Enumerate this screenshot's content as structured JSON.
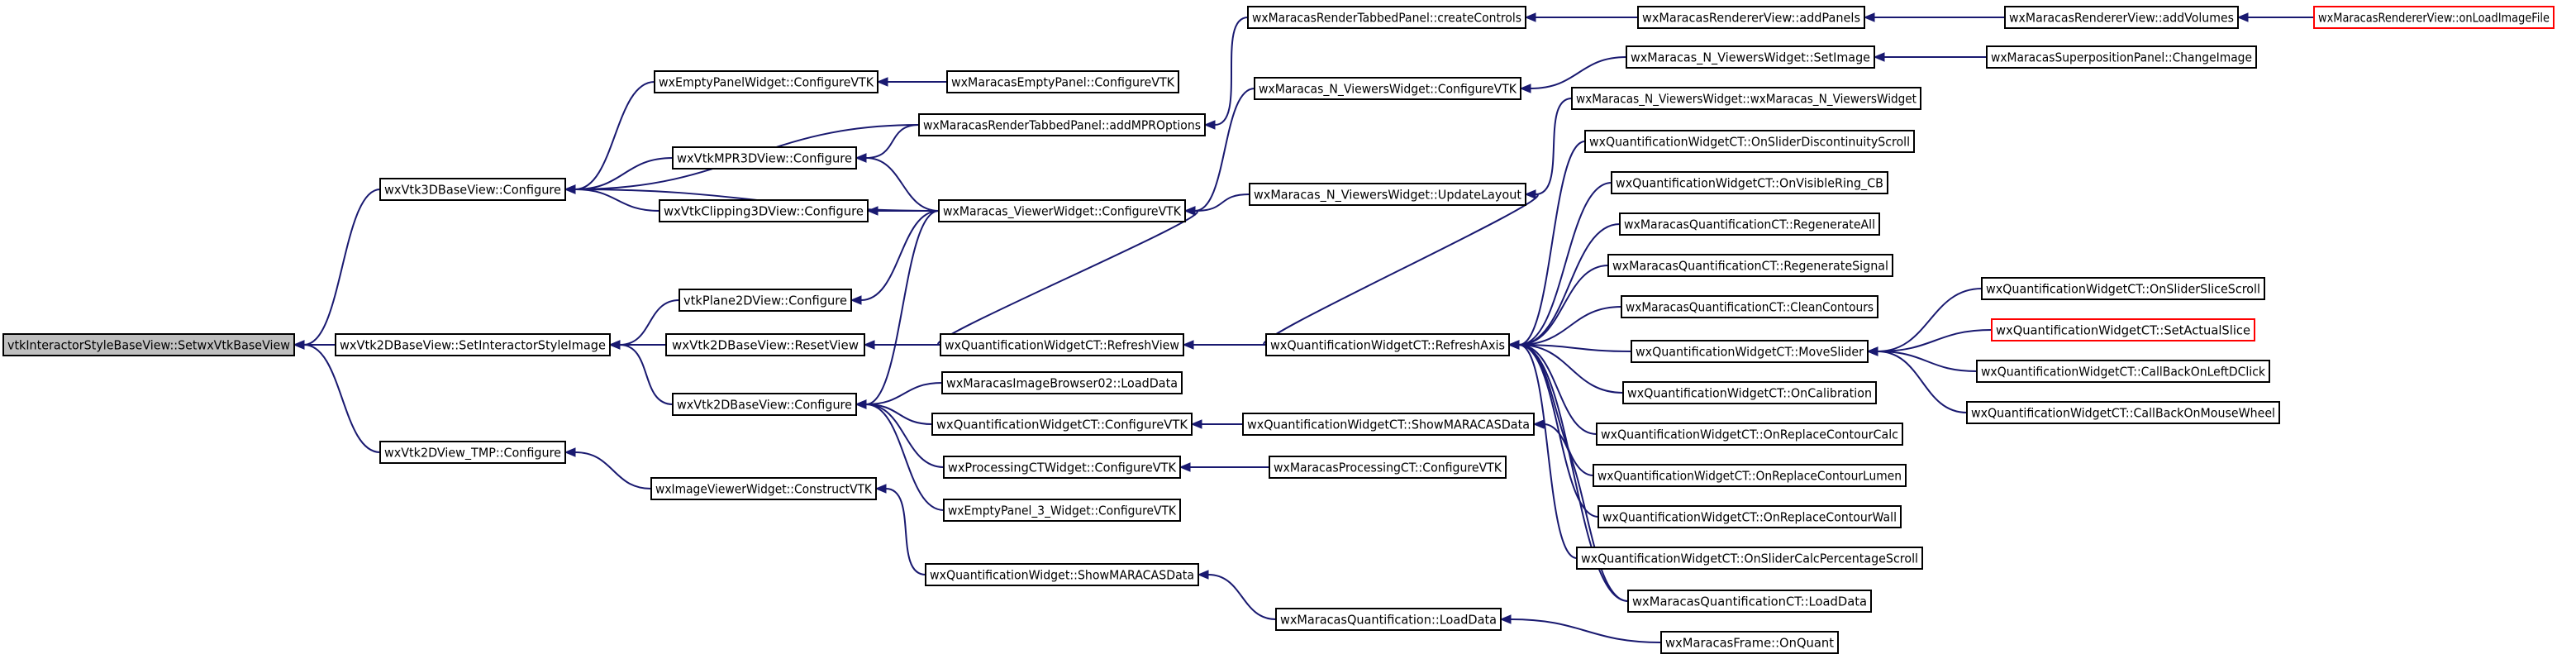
{
  "diagram": {
    "type": "call-graph",
    "colors": {
      "edge": "#191970",
      "root_fill": "#bfbfbf",
      "node_border": "#000000",
      "truncated_border": "#ff0000",
      "background": "#ffffff"
    },
    "nodes": [
      {
        "id": "n0",
        "label": "vtkInteractorStyleBaseView::SetwxVtkBaseView",
        "style": "root"
      },
      {
        "id": "n1",
        "label": "wxVtk3DBaseView::Configure"
      },
      {
        "id": "n2",
        "label": "wxVtk2DBaseView::SetInteractorStyleImage"
      },
      {
        "id": "n3",
        "label": "wxVtk2DView_TMP::Configure"
      },
      {
        "id": "n4",
        "label": "wxEmptyPanelWidget::ConfigureVTK"
      },
      {
        "id": "n5",
        "label": "wxMaracasEmptyPanel::ConfigureVTK"
      },
      {
        "id": "n6",
        "label": "wxMaracasRenderTabbedPanel::addMPROptions"
      },
      {
        "id": "n7",
        "label": "wxMaracasRenderTabbedPanel::createControls"
      },
      {
        "id": "n8",
        "label": "wxMaracasRendererView::addPanels"
      },
      {
        "id": "n9",
        "label": "wxMaracasRendererView::addVolumes"
      },
      {
        "id": "n10",
        "label": "wxMaracasRendererView::onLoadImageFile",
        "style": "red"
      },
      {
        "id": "n11",
        "label": "wxVtkMPR3DView::Configure"
      },
      {
        "id": "n12",
        "label": "wxVtkClipping3DView::Configure"
      },
      {
        "id": "n13",
        "label": "wxMaracas_ViewerWidget::ConfigureVTK"
      },
      {
        "id": "n14",
        "label": "wxMaracas_N_ViewersWidget::ConfigureVTK"
      },
      {
        "id": "n15",
        "label": "wxMaracas_N_ViewersWidget::SetImage"
      },
      {
        "id": "n16",
        "label": "wxMaracasSuperpositionPanel::ChangeImage"
      },
      {
        "id": "n17",
        "label": "wxMaracas_N_ViewersWidget::wxMaracas_N_ViewersWidget"
      },
      {
        "id": "n18",
        "label": "wxMaracas_N_ViewersWidget::UpdateLayout"
      },
      {
        "id": "n19",
        "label": "vtkPlane2DView::Configure"
      },
      {
        "id": "n20",
        "label": "wxVtk2DBaseView::ResetView"
      },
      {
        "id": "n21",
        "label": "wxQuantificationWidgetCT::RefreshView"
      },
      {
        "id": "n22",
        "label": "wxQuantificationWidgetCT::RefreshAxis"
      },
      {
        "id": "n23",
        "label": "wxQuantificationWidgetCT::OnSliderDiscontinuityScroll"
      },
      {
        "id": "n24",
        "label": "wxQuantificationWidgetCT::OnVisibleRing_CB"
      },
      {
        "id": "n25",
        "label": "wxMaracasQuantificationCT::RegenerateAll"
      },
      {
        "id": "n26",
        "label": "wxMaracasQuantificationCT::RegenerateSignal"
      },
      {
        "id": "n27",
        "label": "wxMaracasQuantificationCT::CleanContours"
      },
      {
        "id": "n28",
        "label": "wxQuantificationWidgetCT::MoveSlider"
      },
      {
        "id": "n29",
        "label": "wxQuantificationWidgetCT::OnSliderSliceScroll"
      },
      {
        "id": "n30",
        "label": "wxQuantificationWidgetCT::SetActualSlice",
        "style": "red"
      },
      {
        "id": "n31",
        "label": "wxQuantificationWidgetCT::CallBackOnLeftDClick"
      },
      {
        "id": "n32",
        "label": "wxQuantificationWidgetCT::CallBackOnMouseWheel"
      },
      {
        "id": "n33",
        "label": "wxQuantificationWidgetCT::OnCalibration"
      },
      {
        "id": "n34",
        "label": "wxQuantificationWidgetCT::OnReplaceContourCalc"
      },
      {
        "id": "n35",
        "label": "wxQuantificationWidgetCT::OnReplaceContourLumen"
      },
      {
        "id": "n36",
        "label": "wxQuantificationWidgetCT::OnReplaceContourWall"
      },
      {
        "id": "n37",
        "label": "wxQuantificationWidgetCT::OnSliderCalcPercentageScroll"
      },
      {
        "id": "n38",
        "label": "wxMaracasQuantificationCT::LoadData"
      },
      {
        "id": "n39",
        "label": "wxVtk2DBaseView::Configure"
      },
      {
        "id": "n40",
        "label": "wxMaracasImageBrowser02::LoadData"
      },
      {
        "id": "n41",
        "label": "wxQuantificationWidgetCT::ConfigureVTK"
      },
      {
        "id": "n42",
        "label": "wxQuantificationWidgetCT::ShowMARACASData"
      },
      {
        "id": "n43",
        "label": "wxProcessingCTWidget::ConfigureVTK"
      },
      {
        "id": "n44",
        "label": "wxMaracasProcessingCT::ConfigureVTK"
      },
      {
        "id": "n45",
        "label": "wxEmptyPanel_3_Widget::ConfigureVTK"
      },
      {
        "id": "n46",
        "label": "wxImageViewerWidget::ConstructVTK"
      },
      {
        "id": "n47",
        "label": "wxQuantificationWidget::ShowMARACASData"
      },
      {
        "id": "n48",
        "label": "wxMaracasQuantification::LoadData"
      },
      {
        "id": "n49",
        "label": "wxMaracasFrame::OnQuant"
      }
    ],
    "edges": [
      [
        "n1",
        "n0"
      ],
      [
        "n2",
        "n0"
      ],
      [
        "n3",
        "n0"
      ],
      [
        "n4",
        "n1"
      ],
      [
        "n6",
        "n1"
      ],
      [
        "n11",
        "n1"
      ],
      [
        "n12",
        "n1"
      ],
      [
        "n13",
        "n1"
      ],
      [
        "n5",
        "n4"
      ],
      [
        "n7",
        "n6"
      ],
      [
        "n8",
        "n7"
      ],
      [
        "n9",
        "n8"
      ],
      [
        "n10",
        "n9"
      ],
      [
        "n6",
        "n11"
      ],
      [
        "n13",
        "n11"
      ],
      [
        "n13",
        "n12"
      ],
      [
        "n14",
        "n13"
      ],
      [
        "n18",
        "n13"
      ],
      [
        "n21",
        "n13"
      ],
      [
        "n15",
        "n14"
      ],
      [
        "n16",
        "n15"
      ],
      [
        "n17",
        "n18"
      ],
      [
        "n22",
        "n18"
      ],
      [
        "n19",
        "n2"
      ],
      [
        "n20",
        "n2"
      ],
      [
        "n39",
        "n2"
      ],
      [
        "n13",
        "n19"
      ],
      [
        "n21",
        "n20"
      ],
      [
        "n22",
        "n21"
      ],
      [
        "n23",
        "n22"
      ],
      [
        "n24",
        "n22"
      ],
      [
        "n25",
        "n22"
      ],
      [
        "n26",
        "n22"
      ],
      [
        "n27",
        "n22"
      ],
      [
        "n28",
        "n22"
      ],
      [
        "n33",
        "n22"
      ],
      [
        "n34",
        "n22"
      ],
      [
        "n35",
        "n22"
      ],
      [
        "n36",
        "n22"
      ],
      [
        "n37",
        "n22"
      ],
      [
        "n38",
        "n22"
      ],
      [
        "n29",
        "n28"
      ],
      [
        "n30",
        "n28"
      ],
      [
        "n31",
        "n28"
      ],
      [
        "n32",
        "n28"
      ],
      [
        "n13",
        "n39"
      ],
      [
        "n40",
        "n39"
      ],
      [
        "n41",
        "n39"
      ],
      [
        "n43",
        "n39"
      ],
      [
        "n45",
        "n39"
      ],
      [
        "n42",
        "n41"
      ],
      [
        "n38",
        "n42"
      ],
      [
        "n44",
        "n43"
      ],
      [
        "n46",
        "n3"
      ],
      [
        "n47",
        "n46"
      ],
      [
        "n48",
        "n47"
      ],
      [
        "n49",
        "n48"
      ]
    ]
  }
}
